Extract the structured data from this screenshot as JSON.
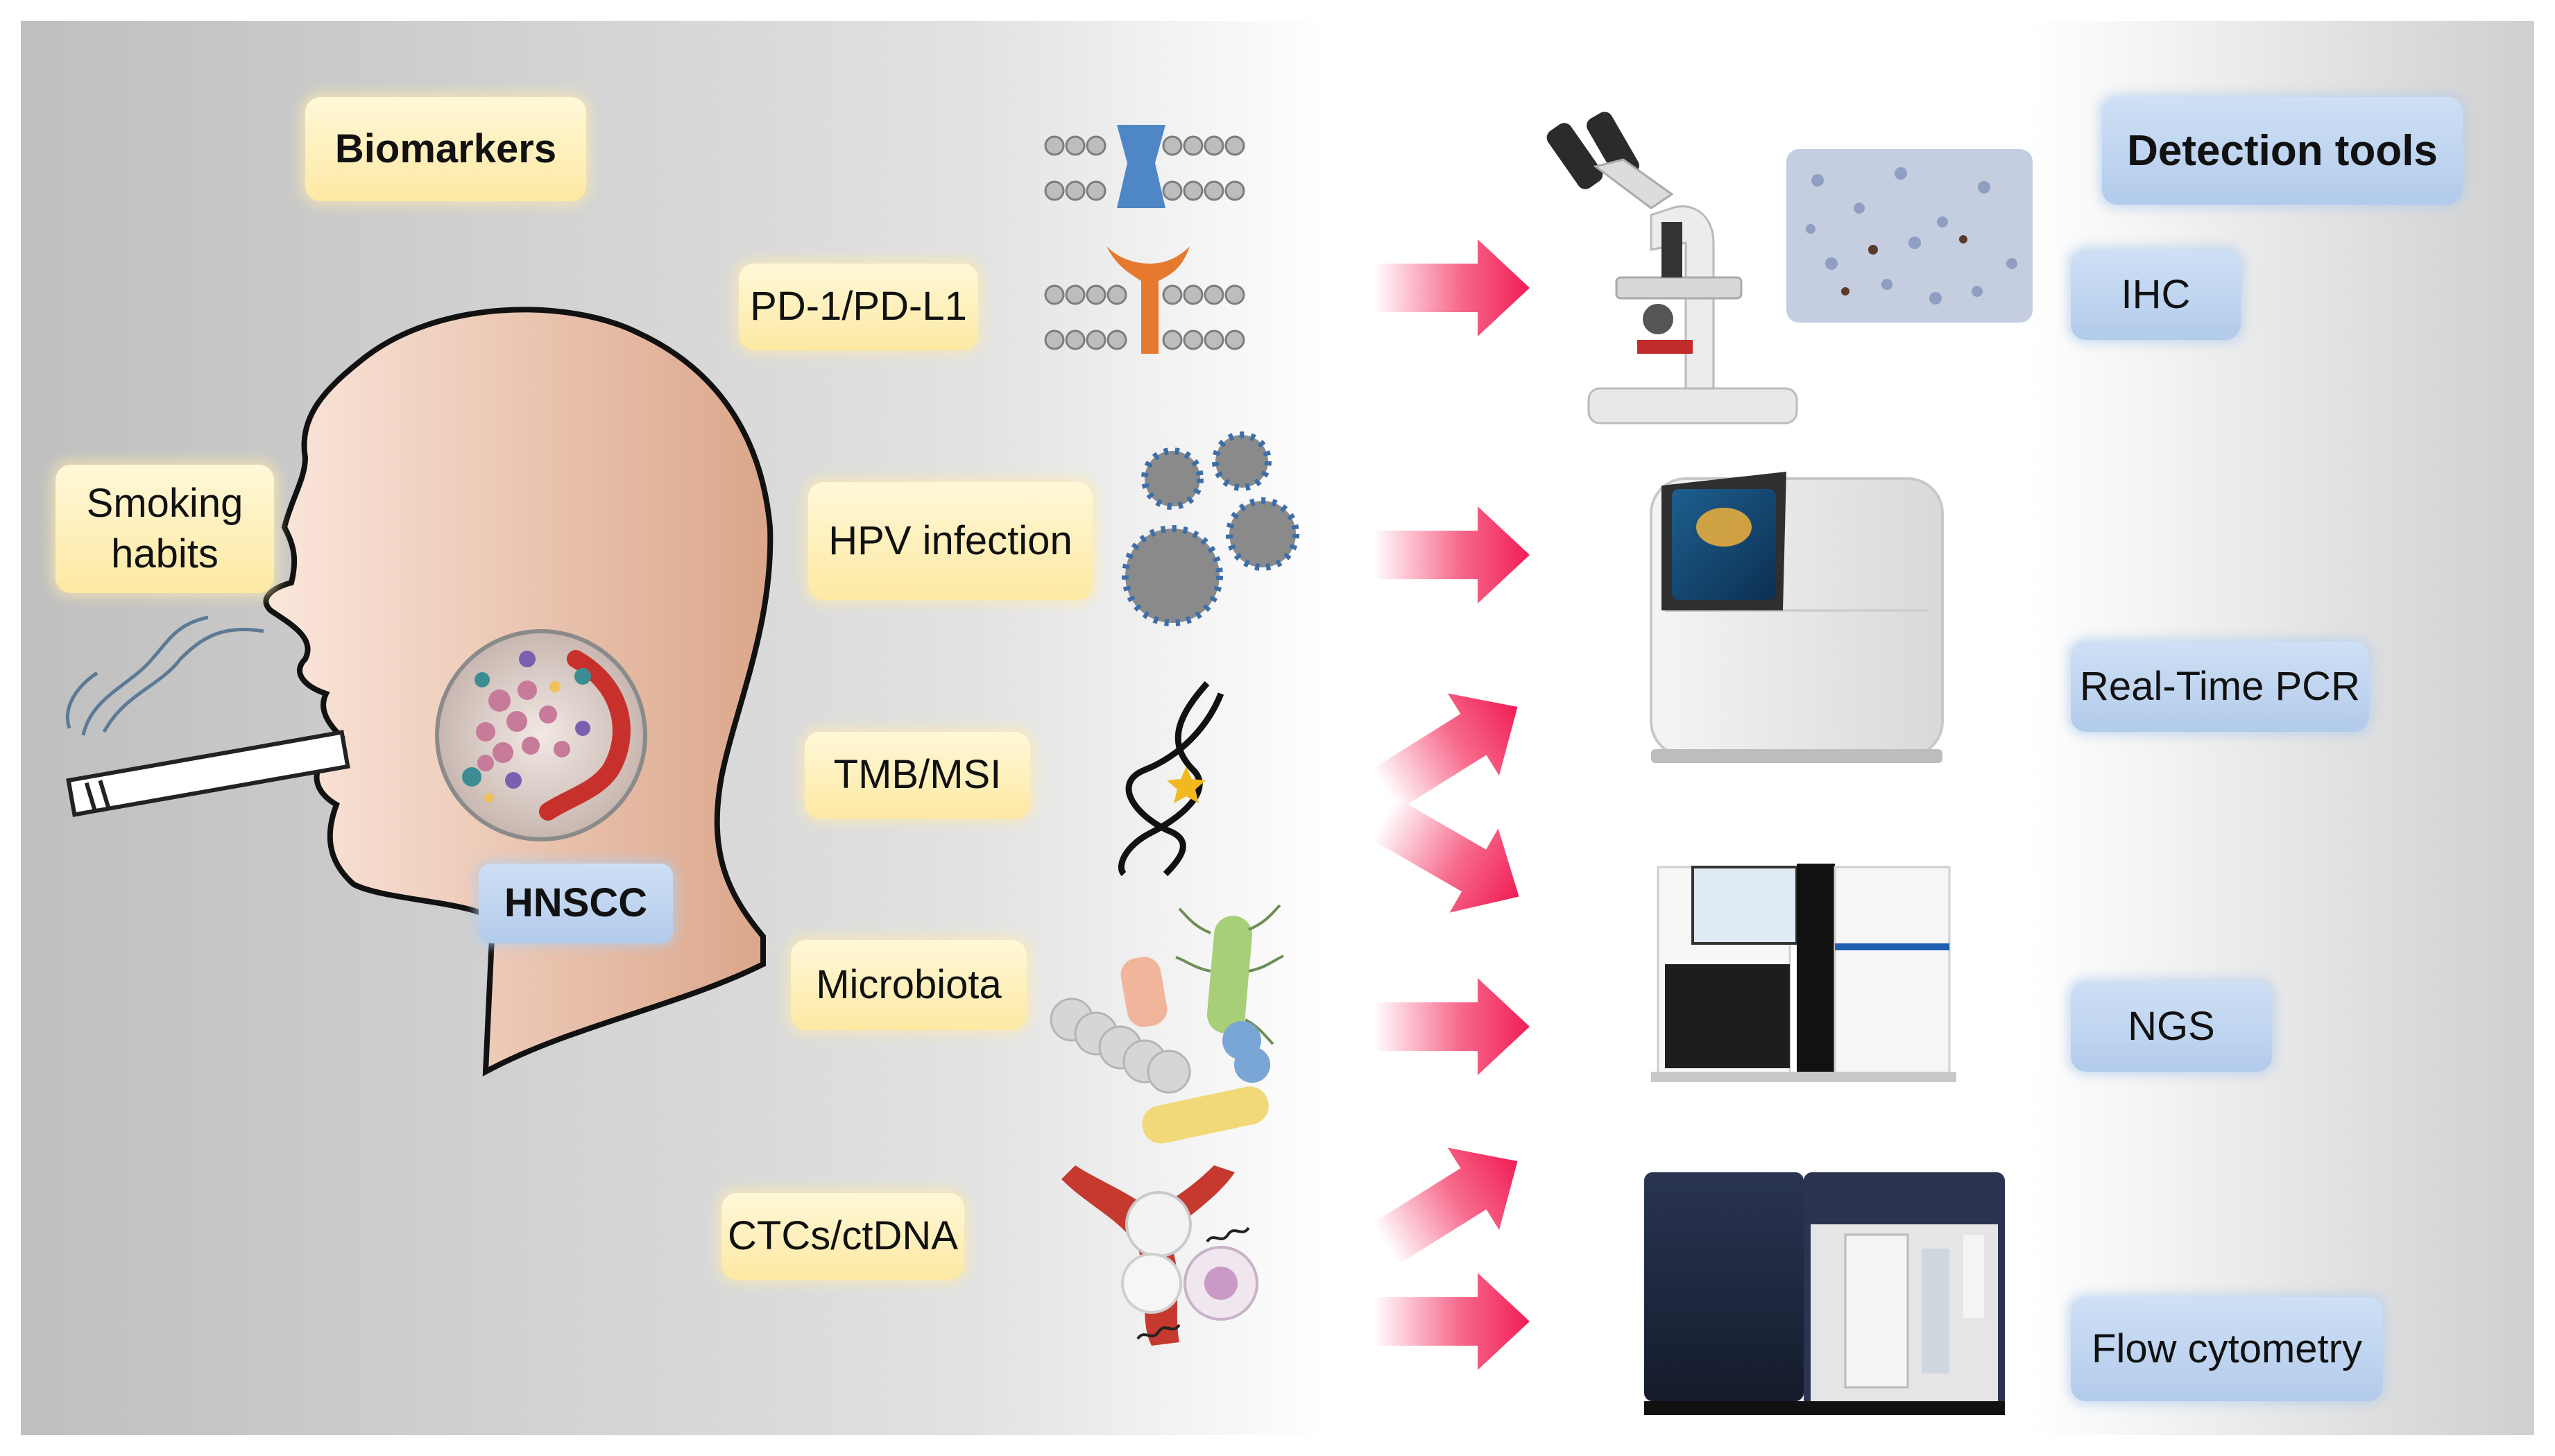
{
  "headings": {
    "biomarkers": "Biomarkers",
    "detection_tools": "Detection tools"
  },
  "risk_factor": {
    "label_line1": "Smoking",
    "label_line2": "habits"
  },
  "tumor_label": "HNSCC",
  "biomarkers": [
    {
      "label": "PD-1/PD-L1",
      "icon": "receptor-ligand-icon"
    },
    {
      "label": "HPV infection",
      "icon": "virus-particles-icon"
    },
    {
      "label": "TMB/MSI",
      "icon": "dna-mutation-icon"
    },
    {
      "label": "Microbiota",
      "icon": "bacteria-icon"
    },
    {
      "label": "CTCs/ctDNA",
      "icon": "circulating-cells-icon"
    }
  ],
  "detection_tools": [
    {
      "label": "IHC",
      "icon": "microscope-icon"
    },
    {
      "label": "Real-Time PCR",
      "icon": "pcr-machine-icon"
    },
    {
      "label": "NGS",
      "icon": "sequencer-icon"
    },
    {
      "label": "Flow cytometry",
      "icon": "flow-cytometer-icon"
    }
  ],
  "colors": {
    "yellow_box": "#fde9a3",
    "blue_box": "#b2cbeb",
    "arrow": "#f5205a",
    "head_skin": "#e8b596"
  }
}
